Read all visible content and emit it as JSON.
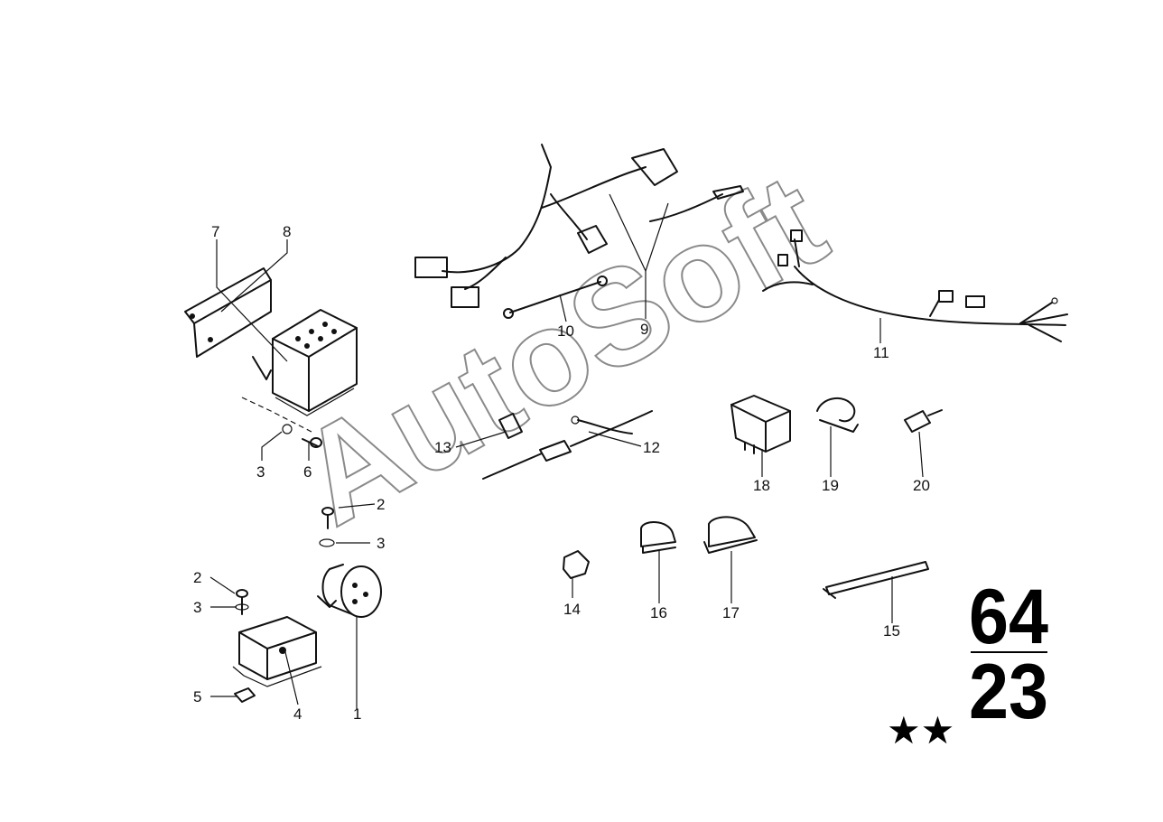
{
  "watermark": "AutoSoft",
  "group": {
    "top": "64",
    "bottom": "23",
    "stars": "★★"
  },
  "callouts": {
    "c1": "1",
    "c2a": "2",
    "c2b": "2",
    "c3a": "3",
    "c3b": "3",
    "c3c": "3",
    "c4": "4",
    "c5": "5",
    "c6": "6",
    "c7": "7",
    "c8": "8",
    "c9": "9",
    "c10": "10",
    "c11": "11",
    "c12": "12",
    "c13": "13",
    "c14": "14",
    "c15": "15",
    "c16": "16",
    "c17": "17",
    "c18": "18",
    "c19": "19",
    "c20": "20"
  }
}
